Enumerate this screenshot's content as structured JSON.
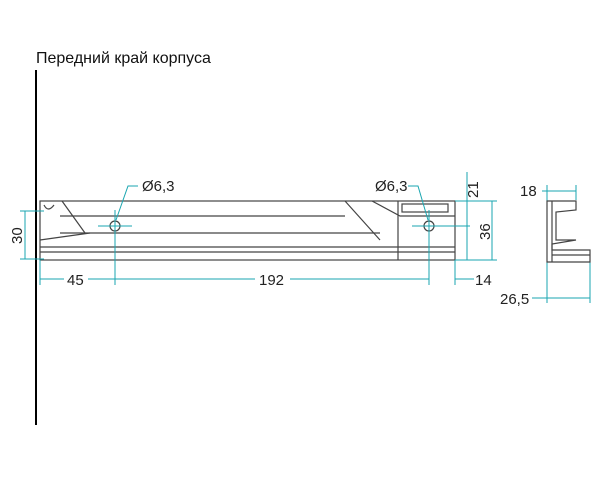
{
  "title": "Передний край корпуса",
  "dimensions": {
    "hole_left": "Ø6,3",
    "hole_right": "Ø6,3",
    "height_left": "30",
    "offset_left": "45",
    "hole_spacing": "192",
    "offset_right": "14",
    "top_offset": "21",
    "height": "36",
    "side_width_top": "18",
    "side_width_bottom": "26,5"
  },
  "colors": {
    "dimension": "#1aa6b0",
    "outline": "#444444"
  }
}
